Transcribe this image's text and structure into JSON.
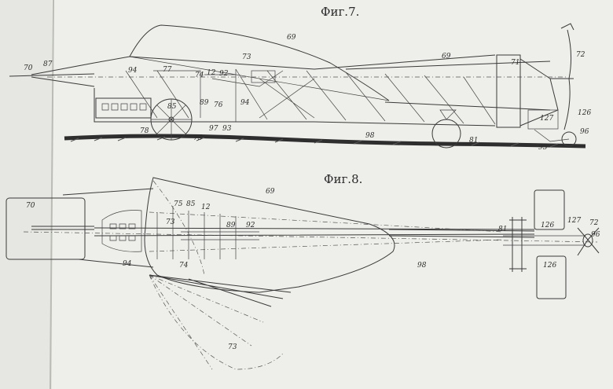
{
  "figures": [
    {
      "title": "Фиг.7.",
      "labels": [
        "69",
        "70",
        "87",
        "94",
        "77",
        "73",
        "74",
        "12",
        "92",
        "94",
        "85",
        "89",
        "76",
        "78",
        "75",
        "97",
        "93",
        "98",
        "69",
        "71",
        "72",
        "126",
        "127",
        "96",
        "81",
        "95"
      ]
    },
    {
      "title": "Фиг.8.",
      "labels": [
        "70",
        "69",
        "75",
        "85",
        "12",
        "73",
        "89",
        "92",
        "94",
        "74",
        "98",
        "81",
        "126",
        "127",
        "72",
        "96",
        "126",
        "73"
      ]
    }
  ],
  "colors": {
    "paper": "#edeee9",
    "ink": "#3a3a3a",
    "ground": "#2e2e2e",
    "background": "#d9dbd6"
  }
}
